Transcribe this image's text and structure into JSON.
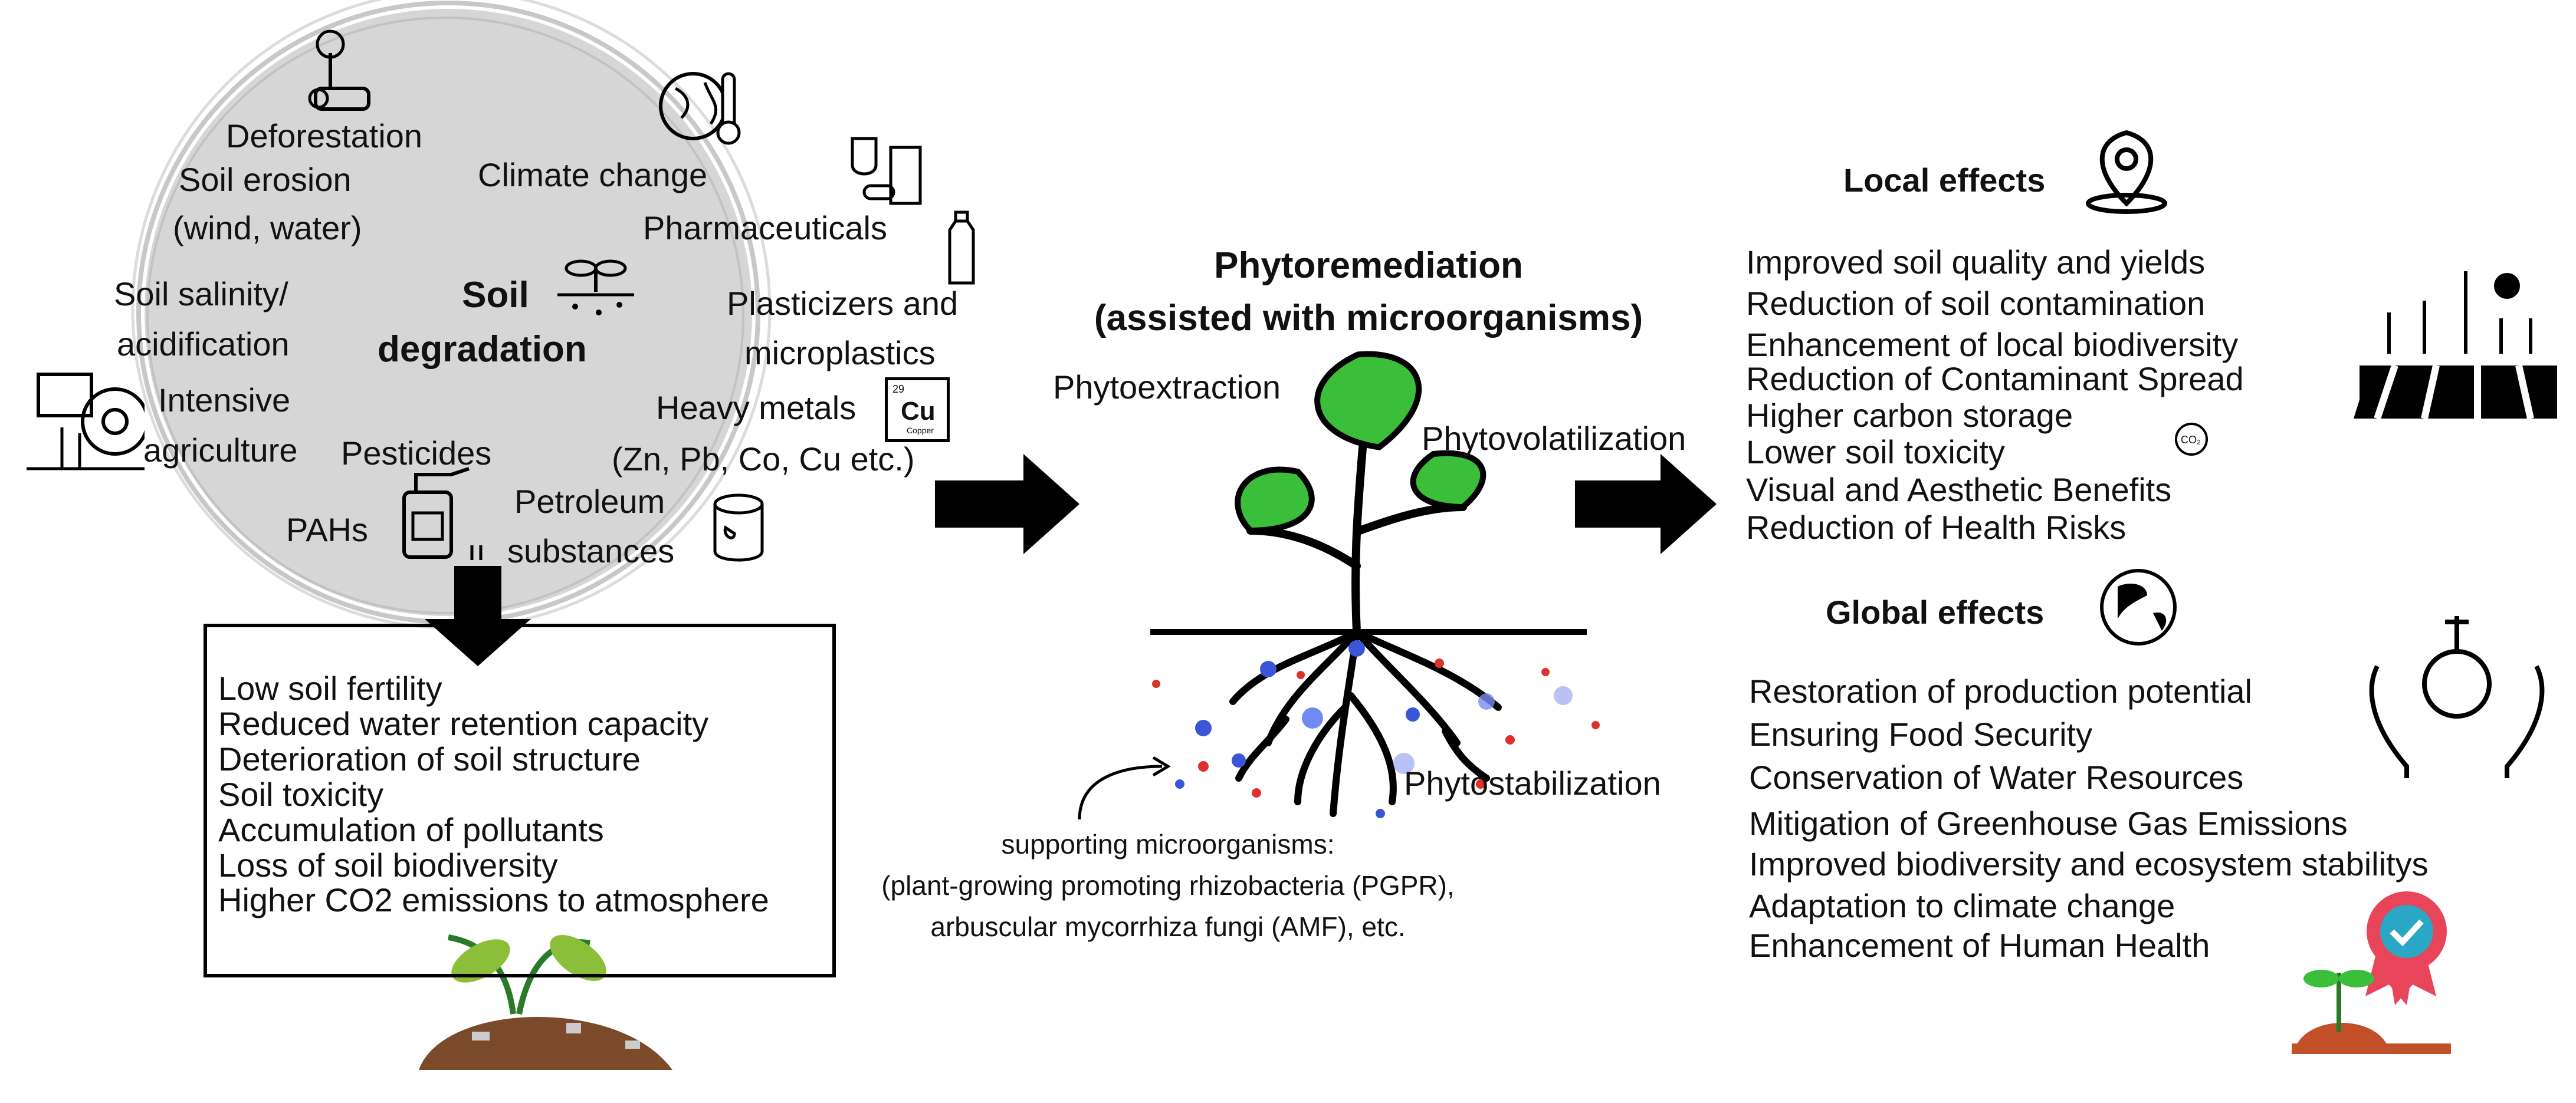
{
  "causes": {
    "center_line1": "Soil",
    "center_line2": "degradation",
    "deforestation": "Deforestation",
    "erosion_line1": "Soil erosion",
    "erosion_line2": "(wind, water)",
    "climate": "Climate change",
    "pharma": "Pharmaceuticals",
    "salinity_line1": "Soil salinity/",
    "salinity_line2": "acidification",
    "plasticizers_line1": "Plasticizers and",
    "plasticizers_line2": "microplastics",
    "intensive_line1": "Intensive",
    "intensive_line2": "agriculture",
    "heavy_line1": "Heavy metals",
    "heavy_line2": "(Zn, Pb, Co, Cu etc.)",
    "pesticides": "Pesticides",
    "petroleum_line1": "Petroleum",
    "petroleum_line2": "substances",
    "pahs": "PAHs",
    "cu_symbol": "Cu",
    "cu_number": "29",
    "cu_name": "Copper"
  },
  "consequences": [
    "Low soil fertility",
    "Reduced water retention capacity",
    "Deterioration of soil structure",
    "Soil toxicity",
    "Accumulation of pollutants",
    "Loss of soil biodiversity",
    "Higher CO2 emissions to atmosphere"
  ],
  "phyto": {
    "title_line1": "Phytoremediation",
    "title_line2": "(assisted with microorganisms)",
    "extraction": "Phytoextraction",
    "volatilization": "Phytovolatilization",
    "stabilization": "Phytostabilization",
    "micro_line1": "supporting microorganisms:",
    "micro_line2": "(plant-growing promoting rhizobacteria (PGPR),",
    "micro_line3": "arbuscular mycorrhiza fungi (AMF), etc."
  },
  "local": {
    "heading": "Local effects",
    "co2_label": "CO₂",
    "items": [
      "Improved soil quality and yields",
      "Reduction of soil contamination",
      "Enhancement of local biodiversity",
      "Reduction of Contaminant Spread",
      "Higher carbon storage",
      "Lower soil toxicity",
      "Visual and Aesthetic Benefits",
      "Reduction of Health Risks"
    ]
  },
  "global": {
    "heading": "Global effects",
    "items": [
      "Restoration of production potential",
      "Ensuring Food Security",
      "Conservation of Water Resources",
      "Mitigation of Greenhouse Gas Emissions",
      "Improved biodiversity and ecosystem stabilitys",
      "Adaptation to climate change",
      "Enhancement of Human Health"
    ]
  },
  "colors": {
    "circle": "#d3d3d3",
    "leaf": "#3bbf3a",
    "leaf_dark": "#1f7a1f",
    "soil": "#7a4a2a",
    "dot_blue": "#3a56d8",
    "dot_red": "#e0302a",
    "badge": "#e8455a",
    "check": "#2aa7c4"
  }
}
